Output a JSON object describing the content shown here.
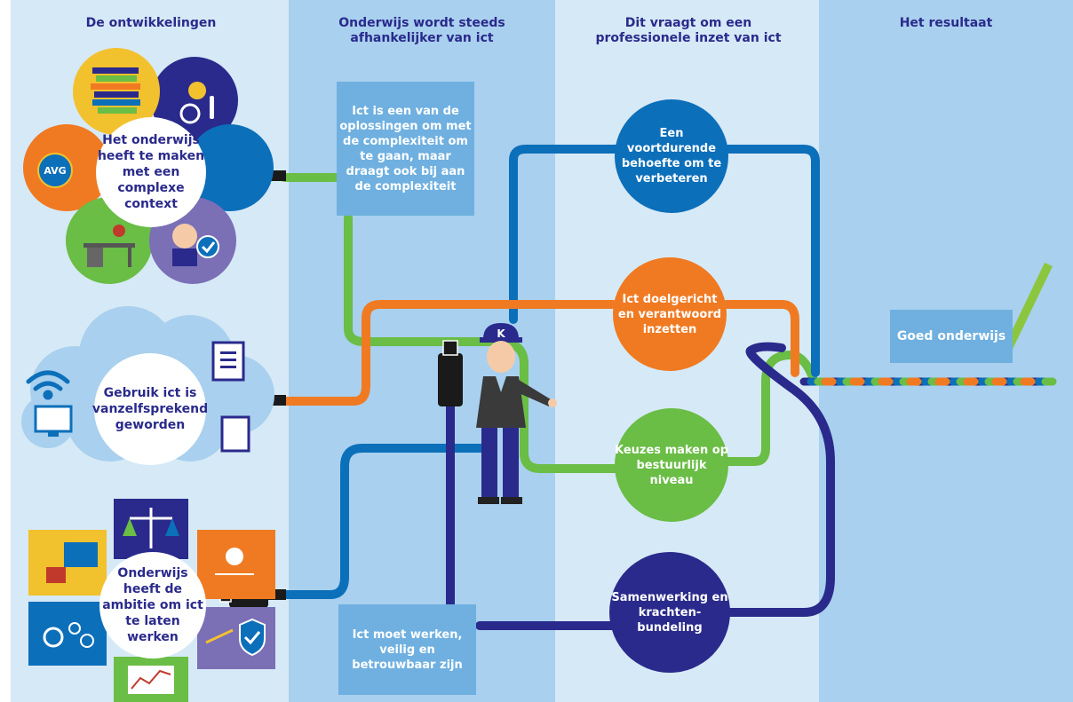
{
  "columns": [
    {
      "title": "De ontwikkelingen"
    },
    {
      "title": "Onderwijs wordt steeds afhankelijker van ict"
    },
    {
      "title": "Dit vraagt om een professionele inzet van ict"
    },
    {
      "title": "Het resultaat"
    }
  ],
  "developments": [
    {
      "text": "Het onderwijs heeft te maken met een complexe context"
    },
    {
      "text": "Gebruik ict is vanzelfsprekend geworden"
    },
    {
      "text": "Onderwijs heeft de ambitie om ict te laten werken"
    }
  ],
  "dependency_boxes": [
    {
      "text": "Ict is een van de oplossingen om met de complexiteit om te gaan, maar draagt ook bij aan de complexiteit"
    },
    {
      "text": "Ict moet werken, veilig en betrouwbaar zijn"
    }
  ],
  "requirements": [
    {
      "text": "Een voortdurende behoefte om te verbeteren",
      "color": "#0c6fba"
    },
    {
      "text": "Ict doelgericht en verantwoord inzetten",
      "color": "#f07a22"
    },
    {
      "text": "Keuzes maken op bestuurlijk niveau",
      "color": "#6abd45"
    },
    {
      "text": "Samenwerking en krachten-bundeling",
      "color": "#2a2a8c"
    }
  ],
  "result": {
    "text": "Goed onderwijs"
  },
  "icons": {
    "avg_badge": "AVG",
    "cap_letter": "K"
  },
  "colors": {
    "blue": "#0c6fba",
    "orange": "#f07a22",
    "green": "#6abd45",
    "navy": "#2a2a8c",
    "check": "#8cc63f"
  }
}
